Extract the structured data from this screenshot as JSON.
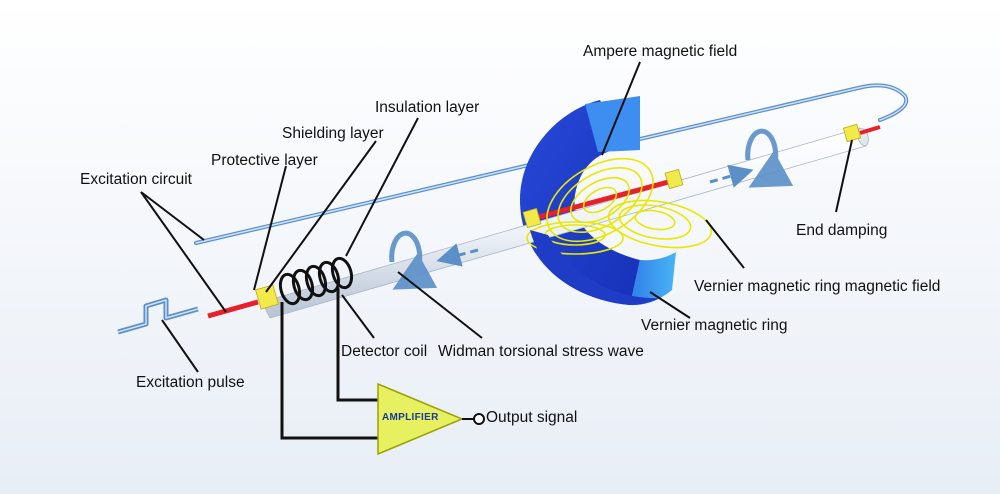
{
  "labels": {
    "ampere_magnetic_field": "Ampere magnetic field",
    "insulation_layer": "Insulation layer",
    "shielding_layer": "Shielding layer",
    "protective_layer": "Protective layer",
    "excitation_circuit": "Excitation circuit",
    "end_damping": "End damping",
    "vernier_ring_field": "Vernier magnetic ring magnetic field",
    "vernier_ring": "Vernier magnetic ring",
    "detector_coil": "Detector coil",
    "widman_wave": "Widman torsional stress wave",
    "excitation_pulse": "Excitation pulse",
    "amplifier": "AMPLIFIER",
    "output_signal": "Output signal"
  },
  "colors": {
    "magnet_blue": "#1f3fd0",
    "magnet_light": "#3aa0f0",
    "field_yellow": "#e8e800",
    "wire_red": "#e8202a",
    "amplifier_fill": "#e6f060",
    "tube_light": "#f2f6fb",
    "arrow_blue": "#5b8fc8"
  }
}
